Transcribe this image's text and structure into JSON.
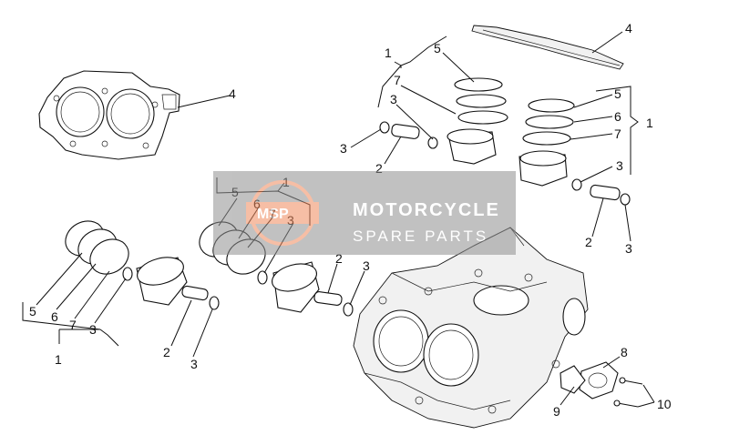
{
  "diagram": {
    "callouts": [
      {
        "id": "c1",
        "text": "1"
      },
      {
        "id": "c2",
        "text": "2"
      },
      {
        "id": "c3",
        "text": "3"
      },
      {
        "id": "c4",
        "text": "4"
      },
      {
        "id": "c5",
        "text": "5"
      },
      {
        "id": "c6",
        "text": "6"
      },
      {
        "id": "c7",
        "text": "7"
      },
      {
        "id": "c8",
        "text": "8"
      },
      {
        "id": "c9",
        "text": "9"
      },
      {
        "id": "c10",
        "text": "10"
      }
    ]
  },
  "watermark": {
    "brand": "MOTORCYCLE",
    "subtitle": "SPARE PARTS",
    "logo_text": "MSP",
    "color": "#9a9a9a",
    "accent": "#f08a5d"
  }
}
